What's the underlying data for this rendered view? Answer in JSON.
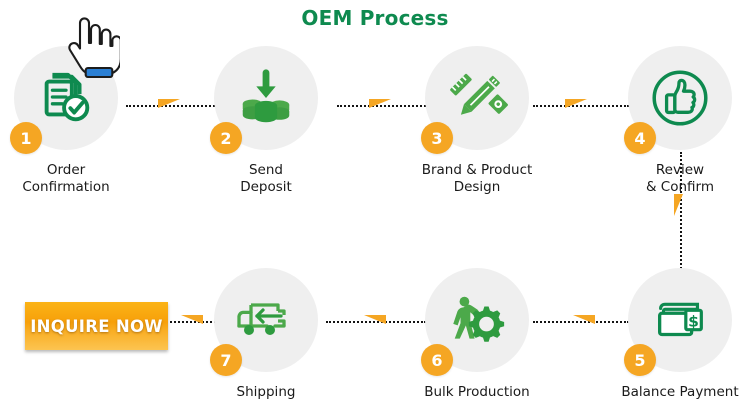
{
  "title": "OEM Process",
  "colors": {
    "title_green": "#0E8A4F",
    "icon_green_dark": "#0E8A4F",
    "icon_green_mid": "#4CA94A",
    "badge_orange": "#F5A623",
    "arrow_orange": "#F5A623",
    "disc_gray": "#EFEFEF",
    "label_text": "#1A1A1A",
    "cta_orange": "#F7A00A"
  },
  "steps": [
    {
      "number": "1",
      "label": "Order\nConfirmation",
      "icon": "document-check-icon"
    },
    {
      "number": "2",
      "label": "Send\nDeposit",
      "icon": "coins-download-icon"
    },
    {
      "number": "3",
      "label": "Brand & Product\nDesign",
      "icon": "pencil-ruler-design-icon"
    },
    {
      "number": "4",
      "label": "Review\n& Confirm",
      "icon": "thumbs-up-circle-icon"
    },
    {
      "number": "5",
      "label": "Balance Payment",
      "icon": "wallet-cash-icon"
    },
    {
      "number": "6",
      "label": "Bulk Production",
      "icon": "worker-gear-icon"
    },
    {
      "number": "7",
      "label": "Shipping",
      "icon": "delivery-truck-icon"
    }
  ],
  "cta": {
    "label": "INQUIRE NOW",
    "cursor_icon": "hand-pointer-cursor-icon"
  },
  "connectors": [
    {
      "name": "connector-1-to-2",
      "direction": "right"
    },
    {
      "name": "connector-2-to-3",
      "direction": "right"
    },
    {
      "name": "connector-3-to-4",
      "direction": "right"
    },
    {
      "name": "connector-4-to-5",
      "direction": "down"
    },
    {
      "name": "connector-5-to-6",
      "direction": "left"
    },
    {
      "name": "connector-6-to-7",
      "direction": "left"
    },
    {
      "name": "connector-7-to-cta",
      "direction": "left"
    }
  ]
}
